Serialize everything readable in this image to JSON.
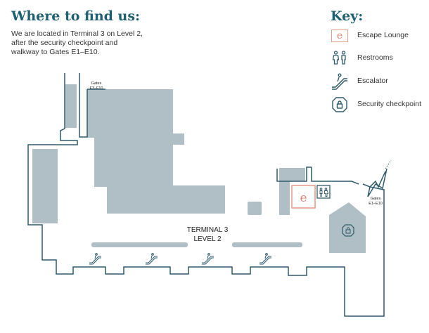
{
  "header": {
    "title": "Where to find us:",
    "intro_lines": [
      "We are located in Terminal 3 on Level 2,",
      "after the security checkpoint and",
      "walkway to Gates E1–E10."
    ]
  },
  "key": {
    "title": "Key:",
    "items": [
      {
        "icon": "escape-lounge-icon",
        "label": "Escape Lounge"
      },
      {
        "icon": "restrooms-icon",
        "label": "Restrooms"
      },
      {
        "icon": "escalator-icon",
        "label": "Escalator"
      },
      {
        "icon": "security-checkpoint-icon",
        "label": "Security checkpoint"
      }
    ]
  },
  "map": {
    "terminal_line1": "TERMINAL 3",
    "terminal_line2": "LEVEL 2",
    "gates_f_line1": "Gates",
    "gates_f_line2": "F3–F10",
    "gates_e_line1": "Gates",
    "gates_e_line2": "E1–E10",
    "lounge_letter": "e",
    "key_lounge_letter": "e"
  },
  "colors": {
    "heading": "#1e5f70",
    "outline": "#2f5a6b",
    "block": "#b0bfc6",
    "lounge": "#e08a78"
  }
}
